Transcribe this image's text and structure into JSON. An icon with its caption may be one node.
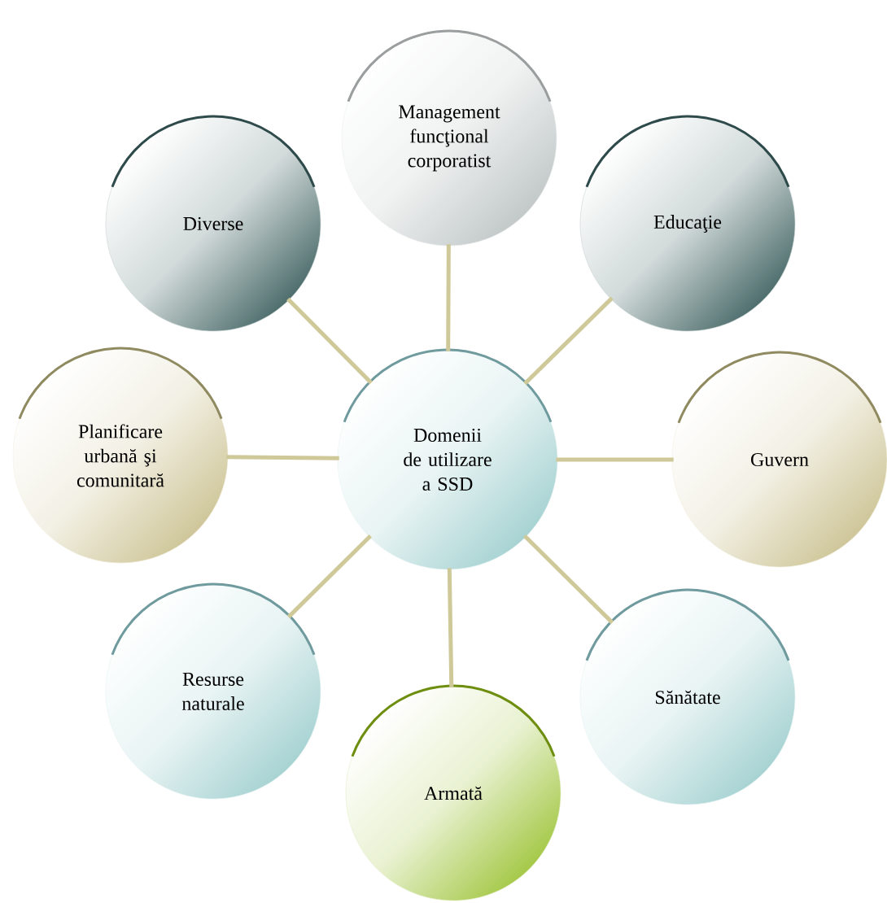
{
  "diagram": {
    "nodes": [
      {
        "text": [
          "Domenii de utilizare a SSD"
        ]
      },
      {
        "text": [
          "Management funcţional corporatist"
        ]
      },
      {
        "text": [
          "Educaţie"
        ]
      },
      {
        "text": [
          "Guvern"
        ]
      },
      {
        "text": [
          "Sănătate"
        ]
      },
      {
        "text": [
          "Armată"
        ]
      },
      {
        "text": [
          "Resurse naturale"
        ]
      },
      {
        "text": [
          "Planificare urbană şi comunitară"
        ]
      },
      {
        "text": [
          "Diverse"
        ]
      }
    ],
    "edges": [
      {
        "from": 0,
        "to": 1,
        "arrow": "none"
      },
      {
        "from": 0,
        "to": 2,
        "arrow": "none"
      },
      {
        "from": 0,
        "to": 3,
        "arrow": "none"
      },
      {
        "from": 0,
        "to": 4,
        "arrow": "none"
      },
      {
        "from": 0,
        "to": 5,
        "arrow": "none"
      },
      {
        "from": 0,
        "to": 6,
        "arrow": "none"
      },
      {
        "from": 0,
        "to": 7,
        "arrow": "none"
      },
      {
        "from": 0,
        "to": 8,
        "arrow": "none"
      }
    ]
  }
}
